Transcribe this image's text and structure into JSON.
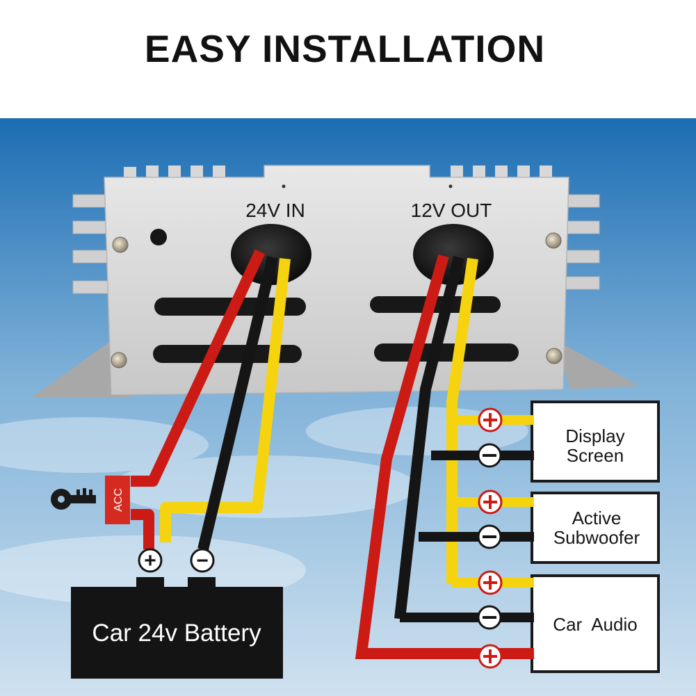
{
  "title": "EASY INSTALLATION",
  "colors": {
    "sky_top": "#1c6db3",
    "sky_bottom": "#d6e6f2",
    "housing": "#d9d9d9",
    "wire_red": "#cc1a14",
    "wire_black": "#151515",
    "wire_yellow": "#f5d40f",
    "battery": "#141414",
    "acc_box": "#d42a20"
  },
  "converter": {
    "input_label": "24V IN",
    "output_label": "12V OUT"
  },
  "ignition": {
    "acc_label": "ACC",
    "key_icon": "key-icon"
  },
  "battery": {
    "label": "Car 24v Battery",
    "pos_symbol": "+",
    "neg_symbol": "−"
  },
  "devices": [
    {
      "line1": "Display",
      "line2": "Screen"
    },
    {
      "line1": "Active",
      "line2": "Subwoofer"
    },
    {
      "line1": "Car  Audio",
      "line2": ""
    }
  ],
  "symbols": {
    "plus": "+",
    "minus": "−"
  }
}
